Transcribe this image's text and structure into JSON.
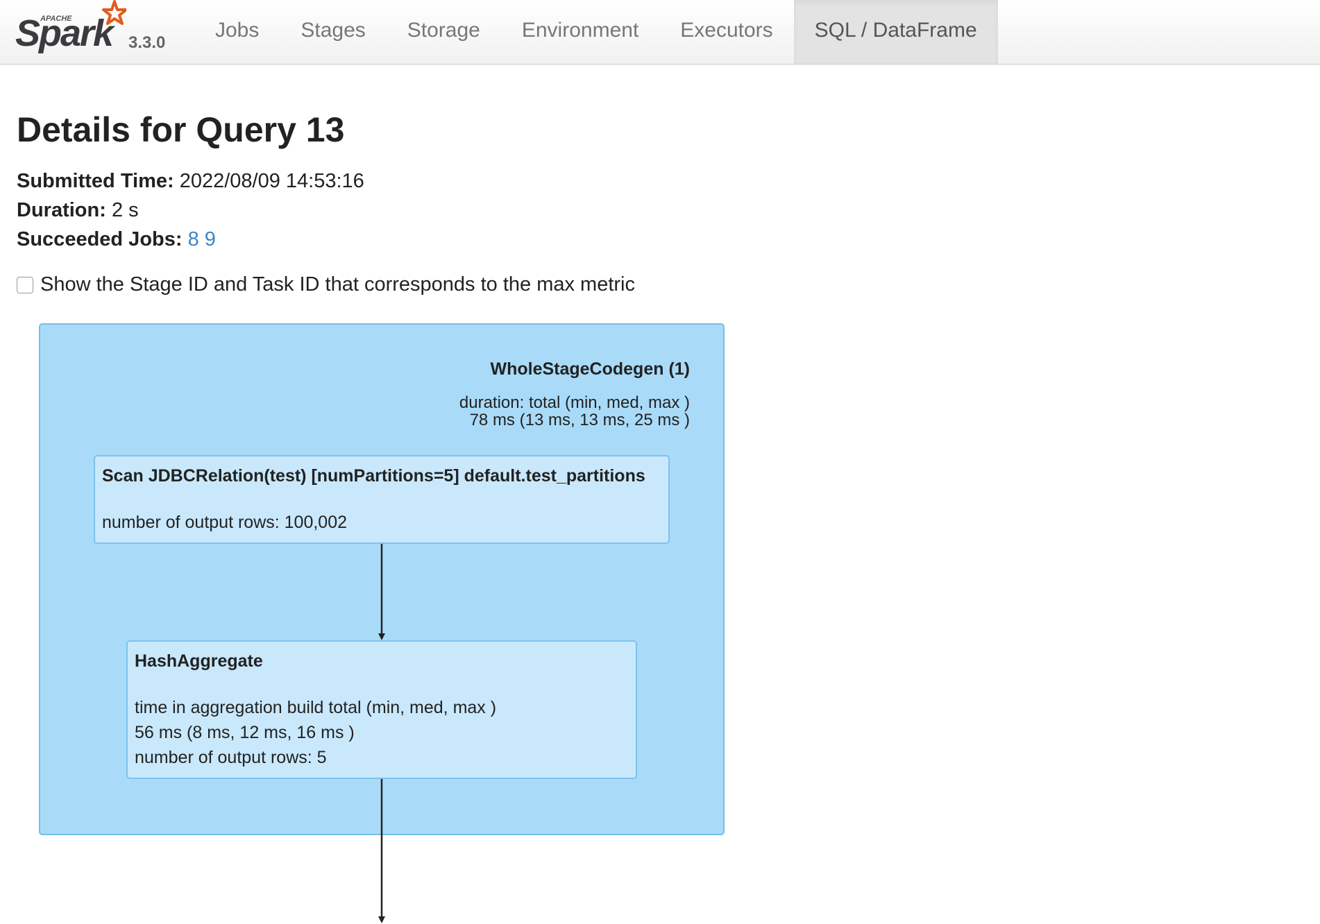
{
  "brand": {
    "apache": "APACHE",
    "name": "Spark",
    "version": "3.3.0"
  },
  "nav": {
    "items": [
      {
        "label": "Jobs"
      },
      {
        "label": "Stages"
      },
      {
        "label": "Storage"
      },
      {
        "label": "Environment"
      },
      {
        "label": "Executors"
      },
      {
        "label": "SQL / DataFrame",
        "active": true
      }
    ]
  },
  "page": {
    "title": "Details for Query 13",
    "submitted_label": "Submitted Time:",
    "submitted_value": "2022/08/09 14:53:16",
    "duration_label": "Duration:",
    "duration_value": "2 s",
    "jobs_label": "Succeeded Jobs:",
    "jobs": [
      "8",
      "9"
    ],
    "checkbox_label": "Show the Stage ID and Task ID that corresponds to the max metric",
    "checkbox_checked": false
  },
  "plan": {
    "cluster": {
      "title": "WholeStageCodegen (1)",
      "metric_line1": "duration: total (min, med, max )",
      "metric_line2": "78 ms (13 ms, 13 ms, 25 ms )"
    },
    "scan_node": {
      "title": "Scan JDBCRelation(test) [numPartitions=5] default.test_partitions",
      "metric1": "number of output rows: 100,002"
    },
    "agg_node": {
      "title": "HashAggregate",
      "metric1": "time in aggregation build total (min, med, max )",
      "metric2": "56 ms (8 ms, 12 ms, 16 ms )",
      "metric3": "number of output rows: 5"
    }
  },
  "colors": {
    "cluster_fill": "#a9dbf9",
    "node_fill": "#c9e8fc",
    "link": "#3a87c8",
    "spark_orange": "#e25a1c"
  }
}
